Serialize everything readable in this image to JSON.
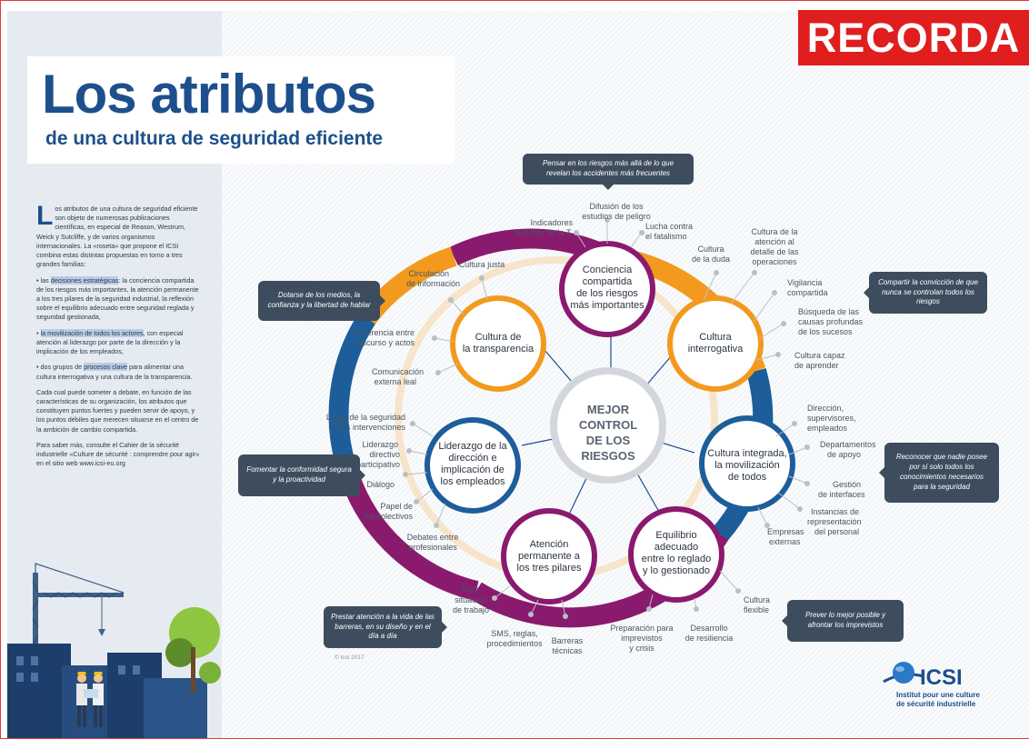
{
  "title": {
    "main": "Los atributos",
    "sub": "de una cultura de seguridad eficiente"
  },
  "badge": "RECORDA",
  "intro": {
    "dropcap": "L",
    "p1": "os atributos de una cultura de seguridad eficiente son objeto de numerosas publicaciones científicas, en especial de Reason, Westrum, Weick y Sutcliffe, y de varios organismos internacionales. La «roseta» que propone el ICSI combina estas distintas propuestas en torno a tres grandes familias:",
    "b1_pre": "• las ",
    "b1_hl": "decisiones estratégicas",
    "b1_post": ": la conciencia compartida de los riesgos más importantes, la atención permanente a los tres pilares de la seguridad industrial, la reflexión sobre el equilibrio adecuado entre seguridad reglada y seguridad gestionada,",
    "b2_pre": "• ",
    "b2_hl": "la movilización de todos los actores",
    "b2_post": ", con especial atención al liderazgo por parte de la dirección y la implicación de los empleados,",
    "b3_pre": "• dos grupos de ",
    "b3_hl": "procesos clave",
    "b3_post": " para alimentar una cultura interrogativa y una cultura de la transparencia.",
    "p2": "Cada cual puede someter a debate, en función de las características de su organización, los atributos que constituyen puntos fuertes y pueden servir de apoyo, y los puntos débiles que merecen situarse en el centro de la ambición de cambio compartida.",
    "p3": "Para saber más, consulte el Cahier de la sécurité industrielle «Culture de sécurité : comprendre pour agir» en el sitio web www.icsi-eu.org"
  },
  "center": [
    "MEJOR",
    "CONTROL",
    "DE LOS",
    "RIESGOS"
  ],
  "nodes": {
    "conciencia": [
      "Conciencia",
      "compartida",
      "de los riesgos",
      "más importantes"
    ],
    "interrogativa": [
      "Cultura",
      "interrogativa"
    ],
    "integrada": [
      "Cultura integrada,",
      "la movilización",
      "de todos"
    ],
    "equilibrio": [
      "Equilibrio",
      "adecuado",
      "entre lo reglado",
      "y lo gestionado"
    ],
    "atencion": [
      "Atención",
      "permanente a",
      "los tres pilares"
    ],
    "liderazgo": [
      "Liderazgo de la",
      "dirección e",
      "implicación de",
      "los empleados"
    ],
    "transparencia": [
      "Cultura de",
      "la transparencia"
    ]
  },
  "labels": {
    "l01": [
      "Difusión de los",
      "estudios de peligro"
    ],
    "l02": [
      "Indicadores",
      "distintos de la T,"
    ],
    "l03": [
      "Lucha contra",
      "el fatalismo"
    ],
    "l04": [
      "Cultura",
      "de la duda"
    ],
    "l05": [
      "Cultura de la",
      "atención al",
      "detalle de las",
      "operaciones"
    ],
    "l06": [
      "Vigilancia",
      "compartida"
    ],
    "l07": [
      "Búsqueda de las",
      "causas profundas",
      "de los sucesos"
    ],
    "l08": [
      "Cultura capaz",
      "de aprender"
    ],
    "l09": [
      "Dirección,",
      "supervisores,",
      "empleados"
    ],
    "l10": [
      "Departamentos",
      "de apoyo"
    ],
    "l11": [
      "Gestión",
      "de interfaces"
    ],
    "l12": [
      "Instancias de",
      "representación",
      "del personal"
    ],
    "l13": [
      "Empresas",
      "externas"
    ],
    "l14": [
      "Cultura",
      "flexible"
    ],
    "l15": [
      "Desarrollo",
      "de resiliencia"
    ],
    "l16": [
      "Preparación para",
      "imprevistos",
      "y crisis"
    ],
    "l17": [
      "Barreras",
      "técnicas"
    ],
    "l18": [
      "SMS, reglas,",
      "procedimientos"
    ],
    "l19": [
      "FHO,",
      "situación",
      "de trabajo"
    ],
    "l20": [
      "Debates entre",
      "profesionales"
    ],
    "l21": [
      "Papel de",
      "los colectivos"
    ],
    "l22": [
      "Diálogo"
    ],
    "l23": [
      "Liderazgo",
      "directivo",
      "participativo"
    ],
    "l24": [
      "Lugar de la seguridad",
      "en las intervenciones"
    ],
    "l25": [
      "Comunicación",
      "externa leal"
    ],
    "l26": [
      "Coherencia entre",
      "discurso y actos"
    ],
    "l27": [
      "Circulación",
      "de información"
    ],
    "l28": [
      "Cultura justa"
    ]
  },
  "callouts": {
    "top": "Pensar en los riesgos más allá de lo que revelan los accidentes más frecuentes",
    "left1": "Dotarse de los medios, la confianza y la libertad de hablar",
    "left2": "Fomentar la conformidad segura y la proactividad",
    "right1": "Compartir la convicción de que nunca se controlan todos los riesgos",
    "right2": "Reconocer que nadie posee por sí solo todos los conocimientos necesarios para la seguridad",
    "right3": "Prever lo mejor posible y afrontar los imprevistos",
    "bottom": "Prestar atención a la vida de las barreras, en su diseño y en el día a día"
  },
  "copyright": "© Icsi 2017",
  "logo": {
    "name": "ICSI",
    "tagline1": "Institut pour une culture",
    "tagline2": "de sécurité industrielle"
  },
  "colors": {
    "purple": "#8a1a6e",
    "orange": "#f39a1e",
    "blue": "#1d5d9a",
    "title": "#1d4f8c",
    "badge": "#e01e1e"
  }
}
